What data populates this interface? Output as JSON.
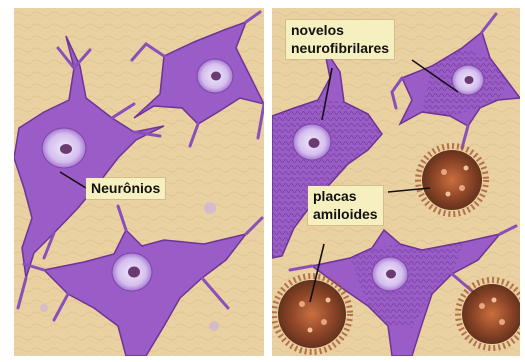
{
  "labels": {
    "neuronios": "Neurônios",
    "novelos": "novelos\nneurofibrilares",
    "placas": "placas\namiloides"
  },
  "colors": {
    "tissue": "#e9d1a2",
    "tissue_dark": "#d9b987",
    "neuron": "#9a5cc6",
    "neuron_dark": "#6e3496",
    "nucleus": "#d8c4ee",
    "nucleolus": "#6a3a70",
    "plaque": "#8a4a2a",
    "label_bg": "#f6efc0"
  },
  "icons": {
    "neuron": "neuron-cell-icon",
    "plaque": "amyloid-plaque-icon"
  }
}
